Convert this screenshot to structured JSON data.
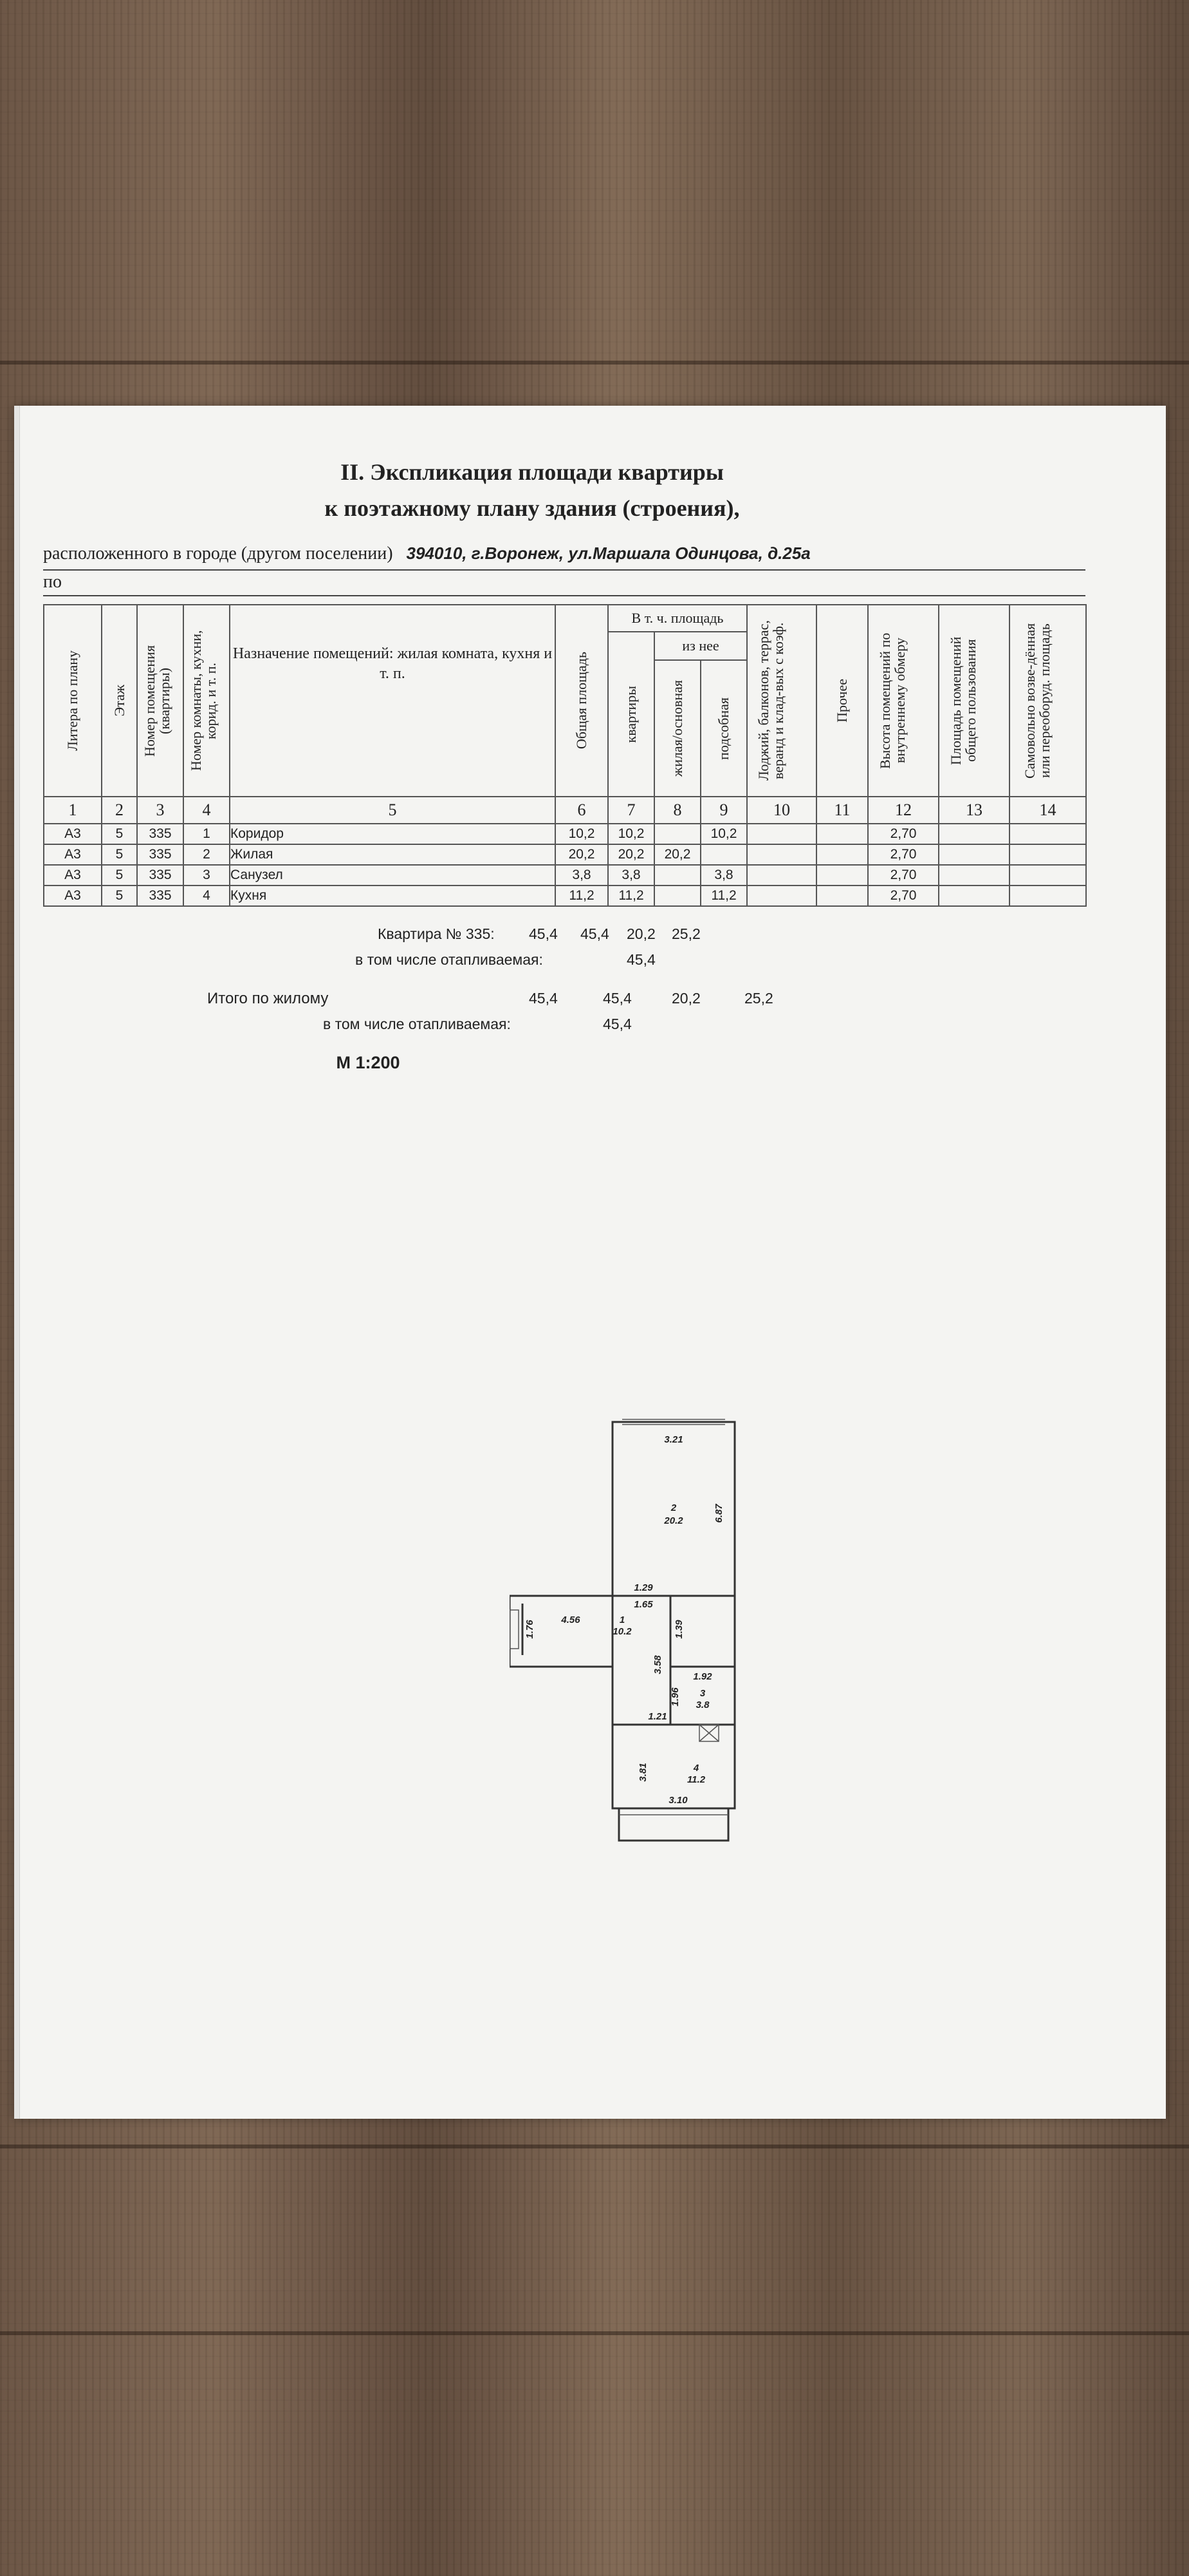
{
  "document": {
    "title_line1": "II. Экспликация площади квартиры",
    "title_line2": "к поэтажному плану здания (строения),",
    "location_label": "расположенного в городе (другом поселении)",
    "address": "394010, г.Воронеж, ул.Маршала Одинцова, д.25а",
    "po_label": "по"
  },
  "table": {
    "headers": {
      "h1": "Литера по плану",
      "h2": "Этаж",
      "h3": "Номер помещения (квартиры)",
      "h4": "Номер комнаты, кухни, корид. и т. п.",
      "h5": "Назначение помещений: жилая комната, кухня и т. п.",
      "h6": "Общая площадь",
      "h_group": "В т. ч. площадь",
      "h7": "квартиры",
      "h_sub": "из нее",
      "h8": "жилая/основная",
      "h9": "подсобная",
      "h10": "Лоджий, балконов, террас, веранд и клад-вых с коэф.",
      "h11": "Прочее",
      "h12": "Высота помещений по внутреннему обмеру",
      "h13": "Площадь помещений общего пользования",
      "h14": "Самовольно возве-дённая или переоборуд. площадь"
    },
    "column_numbers": [
      "1",
      "2",
      "3",
      "4",
      "5",
      "6",
      "7",
      "8",
      "9",
      "10",
      "11",
      "12",
      "13",
      "14"
    ],
    "rows": [
      {
        "litera": "А3",
        "floor": "5",
        "apt": "335",
        "room": "1",
        "purpose": "Коридор",
        "total": "10,2",
        "apt_area": "10,2",
        "living": "",
        "aux": "10,2",
        "loggia": "",
        "other": "",
        "height": "2,70",
        "common": "",
        "unauth": ""
      },
      {
        "litera": "А3",
        "floor": "5",
        "apt": "335",
        "room": "2",
        "purpose": "Жилая",
        "total": "20,2",
        "apt_area": "20,2",
        "living": "20,2",
        "aux": "",
        "loggia": "",
        "other": "",
        "height": "2,70",
        "common": "",
        "unauth": ""
      },
      {
        "litera": "А3",
        "floor": "5",
        "apt": "335",
        "room": "3",
        "purpose": "Санузел",
        "total": "3,8",
        "apt_area": "3,8",
        "living": "",
        "aux": "3,8",
        "loggia": "",
        "other": "",
        "height": "2,70",
        "common": "",
        "unauth": ""
      },
      {
        "litera": "А3",
        "floor": "5",
        "apt": "335",
        "room": "4",
        "purpose": "Кухня",
        "total": "11,2",
        "apt_area": "11,2",
        "living": "",
        "aux": "11,2",
        "loggia": "",
        "other": "",
        "height": "2,70",
        "common": "",
        "unauth": ""
      }
    ]
  },
  "totals": {
    "apartment_label": "Квартира №  335:",
    "apartment_values": [
      "45,4",
      "45,4",
      "20,2",
      "25,2"
    ],
    "heated_label": "в том числе отапливаемая:",
    "heated_value": "45,4",
    "living_total_label": "Итого по жилому",
    "living_total_values": [
      "45,4",
      "45,4",
      "20,2",
      "25,2"
    ],
    "living_heated_label": "в том числе отапливаемая:",
    "living_heated_value": "45,4"
  },
  "scale_label": "М 1:200",
  "plan_labels": {
    "d_top": "3.21",
    "d_room2_height": "6.87",
    "room2_num": "2",
    "room2_area": "20.2",
    "d_129": "1.29",
    "d_165": "1.65",
    "d_139": "1.39",
    "d_456": "4.56",
    "room1_num": "1",
    "room1_area": "10.2",
    "d_176": "1.76",
    "d_358": "3.58",
    "d_192": "1.92",
    "d_196": "1.96",
    "room3_num": "3",
    "room3_area": "3.8",
    "d_121": "1.21",
    "room4_num": "4",
    "room4_area": "11.2",
    "d_381": "3.81",
    "d_310": "3.10"
  }
}
